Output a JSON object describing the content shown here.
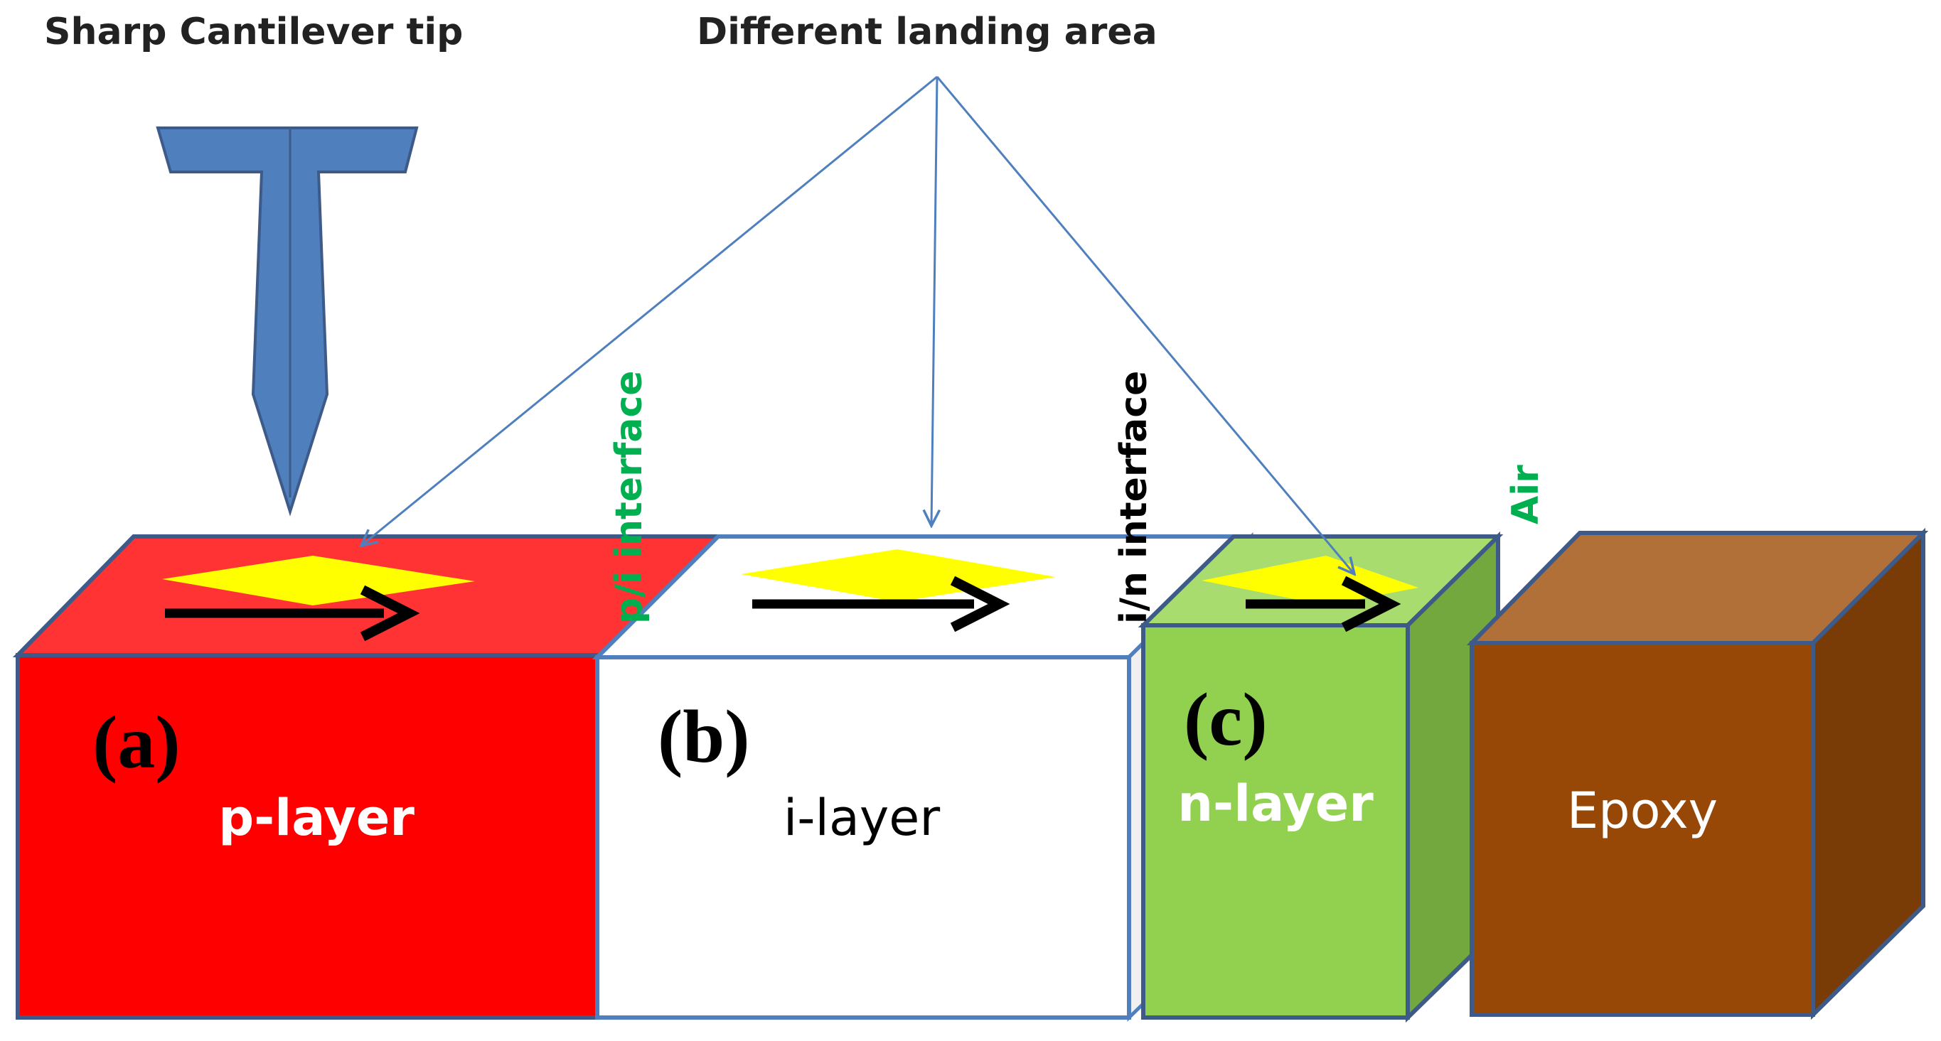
{
  "labels": {
    "cantilever": "Sharp Cantilever tip",
    "landing": "Different landing area",
    "pi_interface": "p/i interface",
    "in_interface": "i/n interface",
    "air": "Air"
  },
  "panels": {
    "a": "(a)",
    "b": "(b)",
    "c": "(c)"
  },
  "blocks": {
    "p": "p-layer",
    "i": "i-layer",
    "n": "n-layer",
    "epoxy": "Epoxy"
  },
  "colors": {
    "outline": "#3d5a88",
    "tip": "#4f80bd",
    "p_front": "#ff0000",
    "p_top": "#ff3333",
    "i_front": "#ffffff",
    "n_front": "#92d050",
    "n_top": "#a9dc6e",
    "n_side": "#72a83e",
    "epoxy_front": "#974806",
    "epoxy_top": "#b07038",
    "epoxy_side": "#7a3c06",
    "landing_spot": "#ffff00",
    "interface_text": "#00b050",
    "arrow_line": "#4f80bd"
  },
  "icons": {
    "tip": "cantilever-tip-icon",
    "scan": "scan-direction-arrow-icon"
  }
}
